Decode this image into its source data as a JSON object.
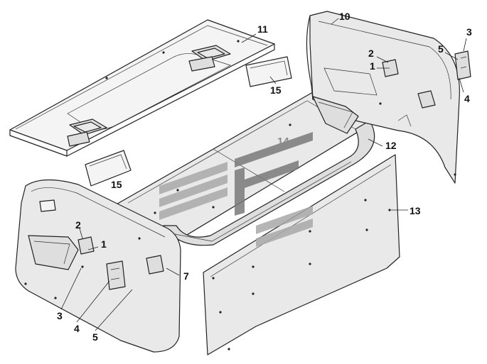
{
  "diagram": {
    "colors": {
      "line": "#222222",
      "panel_light": "#e9e9e9",
      "panel_mid": "#dedede",
      "watermark_grey": "#a9a9a9",
      "watermark_dark": "#7a7a7a"
    },
    "watermark": "stylised-logo",
    "callouts": {
      "roof_panel": "11",
      "sun_visor_top": "15",
      "sun_visor_left": "15",
      "rear_panel": "10",
      "bracket_a_right": "2",
      "clip_right": "1",
      "screw_right": "3",
      "hook_right": "5",
      "lamp_right": "4",
      "floor_part": "14",
      "trim_strip": "12",
      "side_liner_right": "13",
      "bracket_a_left": "2",
      "clip_left": "1",
      "screw_left": "3",
      "lamp_left": "4",
      "hook_left": "5",
      "side_liner_left": "7"
    }
  }
}
